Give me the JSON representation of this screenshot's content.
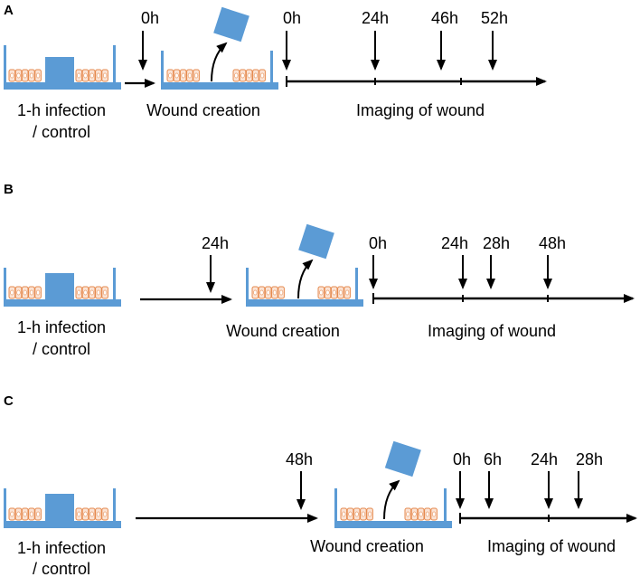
{
  "colors": {
    "wound_blue": "#5b9bd5",
    "plate_blue": "#5b9bd5",
    "cell_fill": "#fbe3d4",
    "cell_stroke": "#e58a4f",
    "line": "#000000"
  },
  "panels": [
    {
      "letter": "A",
      "wound_delay": "0h",
      "condition_label_1": "1-h infection",
      "condition_label_2": "/ control",
      "wound_label": "Wound creation",
      "imaging_label": "Imaging of wound",
      "timepoints": [
        "0h",
        "24h",
        "46h",
        "52h"
      ]
    },
    {
      "letter": "B",
      "wound_delay": "24h",
      "condition_label_1": "1-h infection",
      "condition_label_2": "/ control",
      "wound_label": "Wound creation",
      "imaging_label": "Imaging of wound",
      "timepoints": [
        "0h",
        "24h",
        "28h",
        "48h"
      ]
    },
    {
      "letter": "C",
      "wound_delay": "48h",
      "condition_label_1": "1-h infection",
      "condition_label_2": "/ control",
      "wound_label": "Wound creation",
      "imaging_label": "Imaging of wound",
      "timepoints": [
        "0h",
        "6h",
        "24h",
        "28h"
      ]
    }
  ]
}
